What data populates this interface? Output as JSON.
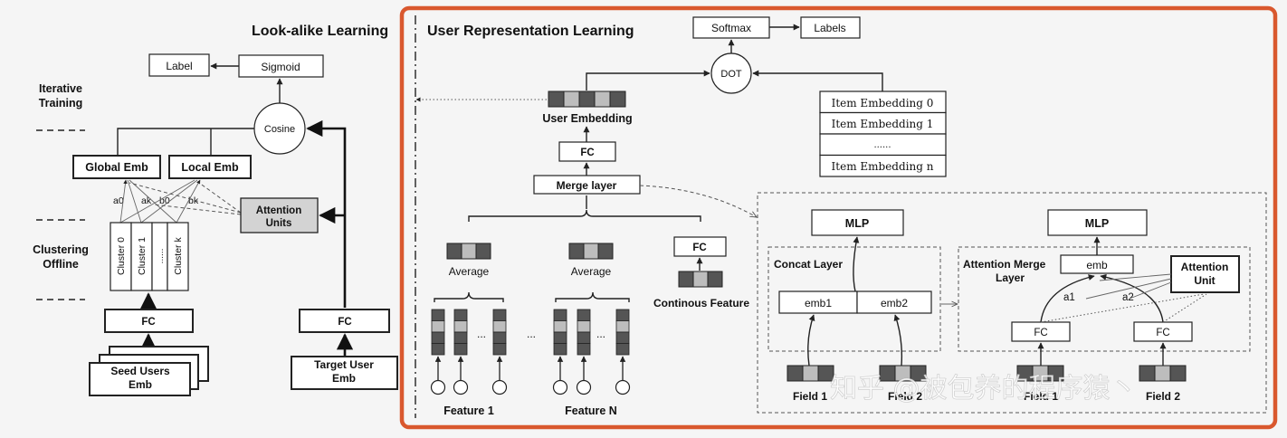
{
  "left": {
    "title": "Look-alike Learning",
    "label": "Label",
    "sigmoid": "Sigmoid",
    "cosine": "Cosine",
    "global_emb": "Global Emb",
    "local_emb": "Local Emb",
    "attention_units": [
      "Attention",
      "Units"
    ],
    "weights": [
      "a0",
      "ak",
      "b0",
      "bk"
    ],
    "clusters": [
      "Cluster 0",
      "Cluster 1",
      "......",
      "Cluster k"
    ],
    "fc": "FC",
    "seed_users": [
      "Seed Users",
      "Emb"
    ],
    "target_user": [
      "Target User",
      "Emb"
    ],
    "iterative_training": [
      "Iterative",
      "Training"
    ],
    "clustering_offline": [
      "Clustering",
      "Offline"
    ]
  },
  "right": {
    "title": "User Representation Learning",
    "softmax": "Softmax",
    "labels": "Labels",
    "dot": "DOT",
    "item_embeddings": [
      "Item Embedding 0",
      "Item Embedding 1",
      "......",
      "Item Embedding n"
    ],
    "user_embedding": "User Embedding",
    "fc": "FC",
    "merge_layer": "Merge layer",
    "average": "Average",
    "ellipsis": "...",
    "continuous_feature": "Continous Feature",
    "feature_1": "Feature 1",
    "feature_n": "Feature N",
    "mlp": "MLP",
    "concat_layer": "Concat Layer",
    "emb1": "emb1",
    "emb2": "emb2",
    "field_1": "Field 1",
    "field_2": "Field 2",
    "attention_merge_layer": [
      "Attention Merge",
      "Layer"
    ],
    "emb": "emb",
    "attention_unit": [
      "Attention",
      "Unit"
    ],
    "attn_weights": [
      "a1",
      "a2"
    ]
  },
  "watermark": "知乎 @被包养的程序猿丶",
  "colors": {
    "frame_border": "#d9582e",
    "segment_dark": "#555555",
    "segment_light": "#bdbdbd",
    "attention_units_fill": "#d3d3d3"
  }
}
